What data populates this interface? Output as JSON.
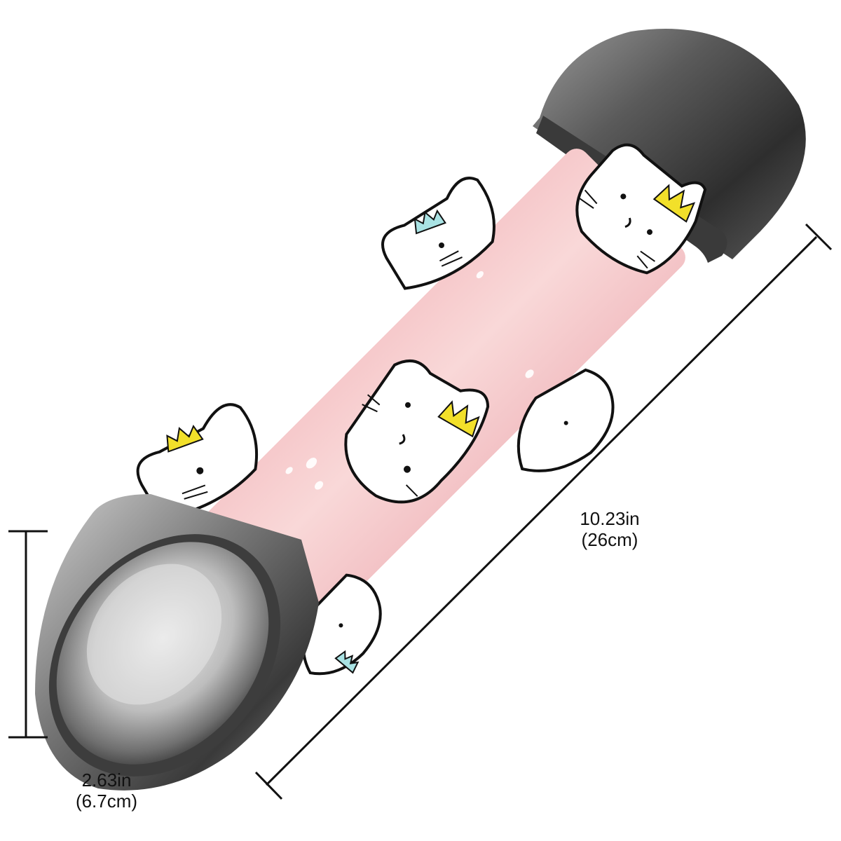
{
  "product": {
    "colors": {
      "sleeve": "#f7cfd0",
      "metal_dark": "#555555",
      "metal_light": "#d9d9d9",
      "cat_outline": "#111111",
      "crown_yellow": "#f2e02a",
      "crown_blue": "#a9e3e4",
      "dots": "#ffffff"
    },
    "icons": [
      "cat-head-icon",
      "crown-icon"
    ]
  },
  "dimensions": {
    "length_in": "10.23in",
    "length_cm": "(26cm)",
    "diameter_in": "2.63in",
    "diameter_cm": "(6.7cm)"
  }
}
